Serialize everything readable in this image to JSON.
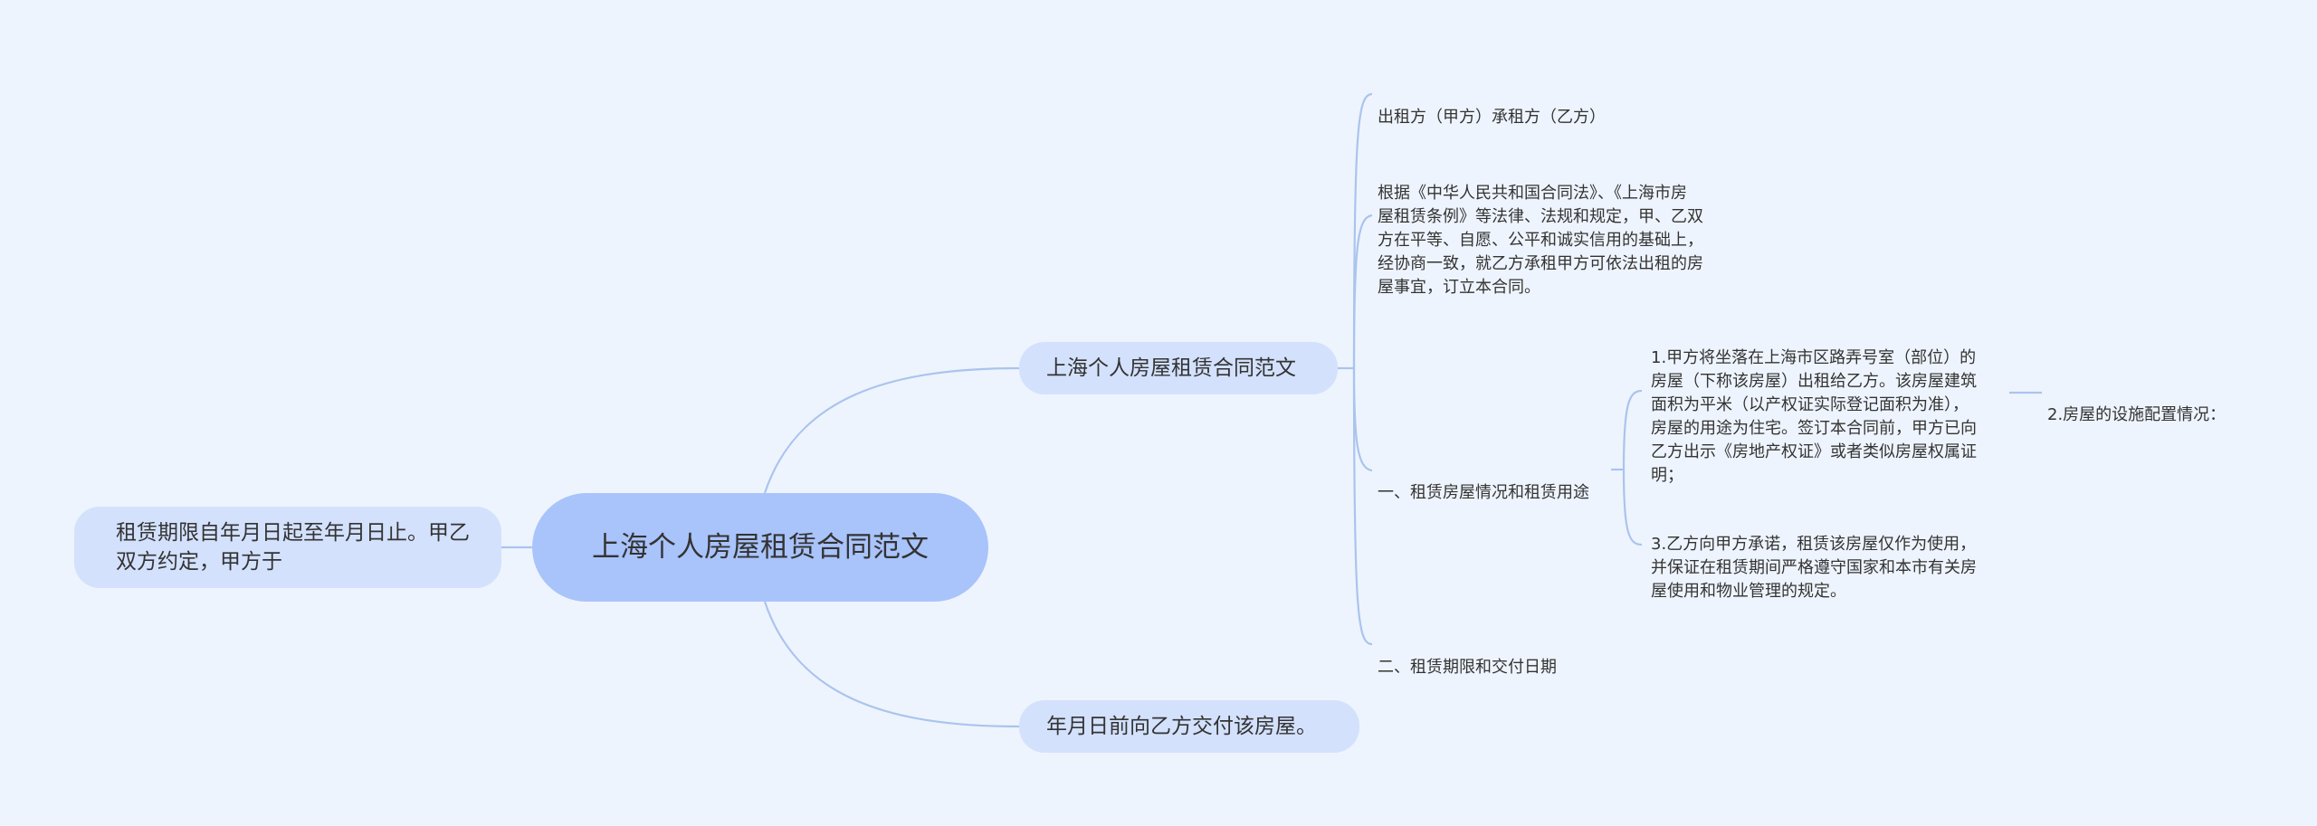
{
  "root": {
    "text": "上海个人房屋租赁合同范文"
  },
  "left_node": {
    "text": "租赁期限自年月日起至年月日止。甲乙双方约定，甲方于"
  },
  "top_node": {
    "text": "上海个人房屋租赁合同范文"
  },
  "bottom_node": {
    "text": "年月日前向乙方交付该房屋。"
  },
  "branch_top_children": {
    "parties": "出租方（甲方）承租方（乙方）",
    "preamble": "根据《中华人民共和国合同法》、《上海市房\n屋租赁条例》等法律、法规和规定，甲、乙双\n方在平等、自愿、公平和诚实信用的基础上，\n经协商一致，就乙方承租甲方可依法出租的房\n屋事宜，订立本合同。",
    "section1": "一、租赁房屋情况和租赁用途",
    "section2": "二、租赁期限和交付日期"
  },
  "section1_children": {
    "item1": "1.甲方将坐落在上海市区路弄号室（部位）的\n房屋（下称该房屋）出租给乙方。该房屋建筑\n面积为平米（以产权证实际登记面积为准），\n房屋的用途为住宅。签订本合同前，甲方已向\n乙方出示《房地产权证》或者类似房屋权属证\n明；",
    "item3": "3.乙方向甲方承诺，租赁该房屋仅作为使用，\n并保证在租赁期间严格遵守国家和本市有关房\n屋使用和物业管理的规定。"
  },
  "item1_children": {
    "item2": "2.房屋的设施配置情况："
  },
  "colors": {
    "background": "#eef4fd",
    "root_fill": "#a9c3fb",
    "node_fill": "#d3e1fc",
    "edge": "#aac4ee"
  }
}
